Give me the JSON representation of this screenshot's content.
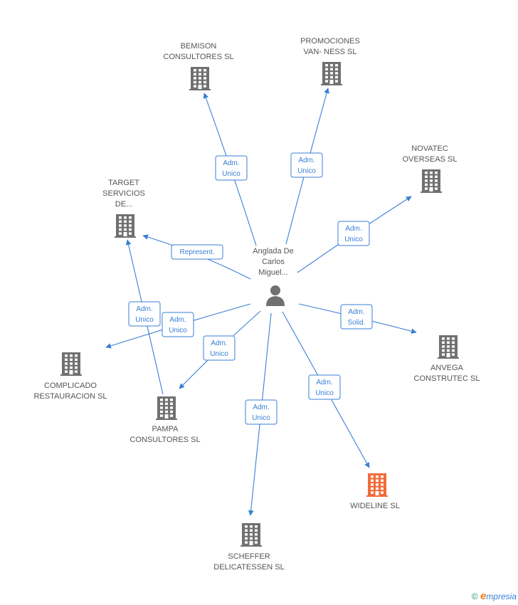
{
  "center": {
    "label_lines": [
      "Anglada De",
      "Carlos",
      "Miguel..."
    ]
  },
  "colors": {
    "edge": "#3a7fd5",
    "company": "#707070",
    "highlight": "#f26b3a",
    "person": "#707070"
  },
  "companies": [
    {
      "id": "bemison",
      "lines": [
        "BEMISON",
        "CONSULTORES SL"
      ],
      "highlight": false
    },
    {
      "id": "promociones",
      "lines": [
        "PROMOCIONES",
        "VAN- NESS  SL"
      ],
      "highlight": false
    },
    {
      "id": "novatec",
      "lines": [
        "NOVATEC",
        "OVERSEAS SL"
      ],
      "highlight": false
    },
    {
      "id": "target",
      "lines": [
        "TARGET",
        "SERVICIOS",
        "DE..."
      ],
      "highlight": false
    },
    {
      "id": "anvega",
      "lines": [
        "ANVEGA",
        "CONSTRUTEC SL"
      ],
      "highlight": false
    },
    {
      "id": "complicado",
      "lines": [
        "COMPLICADO",
        "RESTAURACION SL"
      ],
      "highlight": false
    },
    {
      "id": "pampa",
      "lines": [
        "PAMPA",
        "CONSULTORES SL"
      ],
      "highlight": false
    },
    {
      "id": "wideline",
      "lines": [
        "WIDELINE SL"
      ],
      "highlight": true
    },
    {
      "id": "scheffer",
      "lines": [
        "SCHEFFER",
        "DELICATESSEN SL"
      ],
      "highlight": false
    }
  ],
  "edges": [
    {
      "target": "bemison",
      "label_lines": [
        "Adm.",
        "Unico"
      ]
    },
    {
      "target": "promociones",
      "label_lines": [
        "Adm.",
        "Unico"
      ]
    },
    {
      "target": "novatec",
      "label_lines": [
        "Adm.",
        "Unico"
      ]
    },
    {
      "target": "target",
      "label_lines": [
        "Represent."
      ]
    },
    {
      "target": "anvega",
      "label_lines": [
        "Adm.",
        "Solid."
      ]
    },
    {
      "target": "complicado",
      "label_lines": [
        "Adm.",
        "Unico"
      ]
    },
    {
      "target": "pampa",
      "label_lines": [
        "Adm.",
        "Unico"
      ]
    },
    {
      "target": "target",
      "label_lines": [
        "Adm.",
        "Unico"
      ]
    },
    {
      "target": "wideline",
      "label_lines": [
        "Adm.",
        "Unico"
      ]
    },
    {
      "target": "scheffer",
      "label_lines": [
        "Adm.",
        "Unico"
      ]
    }
  ],
  "footer": {
    "copyright": "©",
    "brand_initial": "e",
    "brand_rest": "mpresia"
  }
}
